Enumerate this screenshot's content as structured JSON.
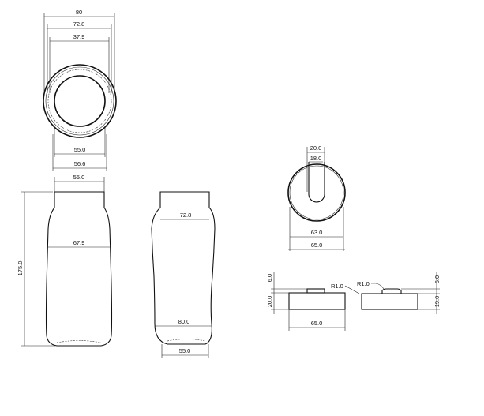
{
  "top_view": {
    "dims": [
      "80",
      "72.8",
      "37.9",
      "55.0",
      "56.6"
    ]
  },
  "front_view": {
    "dims": [
      "55.0",
      "67.9",
      "175.0"
    ]
  },
  "side_view": {
    "dims": [
      "72.8",
      "80.0",
      "55.0"
    ]
  },
  "cap_top": {
    "dims": [
      "20.0",
      "18.0",
      "63.0",
      "65.0"
    ]
  },
  "cap_side_left": {
    "dims": [
      "6.0",
      "20.0",
      "R1.0",
      "65.0"
    ]
  },
  "cap_side_right": {
    "dims": [
      "R1.0",
      "5.0",
      "19.0"
    ]
  }
}
